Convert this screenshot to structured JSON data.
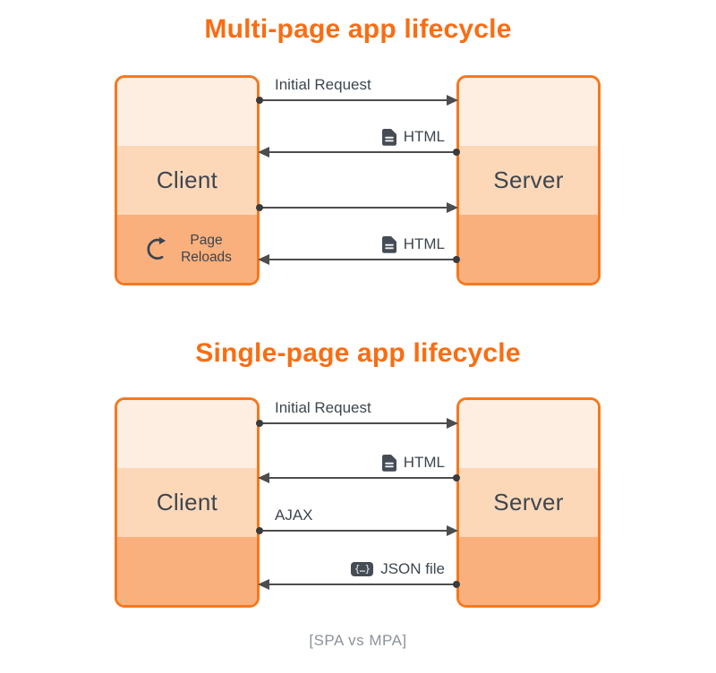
{
  "page": {
    "caption": "[SPA vs MPA]",
    "background": "#ffffff"
  },
  "colors": {
    "title_orange": "#f96d13",
    "box_border_orange": "#f5791f",
    "band_light": "#fdeee1",
    "band_medium": "#fcd8b8",
    "band_dark": "#f9b07c",
    "text_dark_slate": "#3d464f",
    "arrow_gray": "#4d4d4d",
    "icon_dark": "#454c55",
    "caption_gray": "#8d9298"
  },
  "icons": {
    "json_glyph": "{…}"
  },
  "diagrams": [
    {
      "title": "Multi-page app lifecycle",
      "client": {
        "label": "Client",
        "reload_line1": "Page",
        "reload_line2": "Reloads"
      },
      "server": {
        "label": "Server"
      },
      "arrows": [
        {
          "label": "Initial Request",
          "direction": "right",
          "icon": "none"
        },
        {
          "label": "HTML",
          "direction": "left",
          "icon": "document"
        },
        {
          "label": "",
          "direction": "right",
          "icon": "none"
        },
        {
          "label": "HTML",
          "direction": "left",
          "icon": "document"
        }
      ]
    },
    {
      "title": "Single-page app lifecycle",
      "client": {
        "label": "Client"
      },
      "server": {
        "label": "Server"
      },
      "arrows": [
        {
          "label": "Initial Request",
          "direction": "right",
          "icon": "none"
        },
        {
          "label": "HTML",
          "direction": "left",
          "icon": "document"
        },
        {
          "label": "AJAX",
          "direction": "right",
          "icon": "none"
        },
        {
          "label": "JSON file",
          "direction": "left",
          "icon": "json"
        }
      ]
    }
  ]
}
